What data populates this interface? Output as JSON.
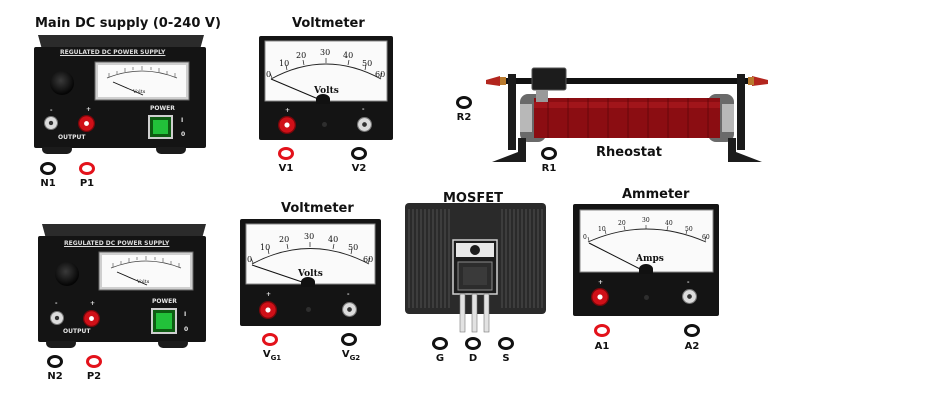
{
  "headings": {
    "main_supply": "Main DC supply (0-240 V)",
    "voltmeter_top": "Voltmeter",
    "voltmeter_bottom": "Voltmeter",
    "mosfet": "MOSFET",
    "ammeter": "Ammeter",
    "rheostat": "Rheostat"
  },
  "psu": {
    "title": "REGULATED DC POWER SUPPLY",
    "minus": "-",
    "plus": "+",
    "output": "OUTPUT",
    "power": "POWER",
    "on": "I",
    "off": "0",
    "unit": "Volts"
  },
  "meters": {
    "scale_ticks": [
      "0",
      "10",
      "20",
      "30",
      "40",
      "50",
      "60"
    ],
    "volt_unit": "Volts",
    "amp_unit": "Amps",
    "plus": "+",
    "minus": "-"
  },
  "terminals": {
    "N1": "N1",
    "P1": "P1",
    "V1": "V1",
    "V2": "V2",
    "R1": "R1",
    "R2": "R2",
    "N2": "N2",
    "P2": "P2",
    "VG1_main": "V",
    "VG1_sub": "G1",
    "VG2_main": "V",
    "VG2_sub": "G2",
    "G": "G",
    "D": "D",
    "S": "S",
    "A1": "A1",
    "A2": "A2"
  },
  "colors": {
    "positive": "#e3121b",
    "negative": "#111111",
    "rheostat_body": "#8b0d12",
    "power_switch": "#22c13a"
  }
}
